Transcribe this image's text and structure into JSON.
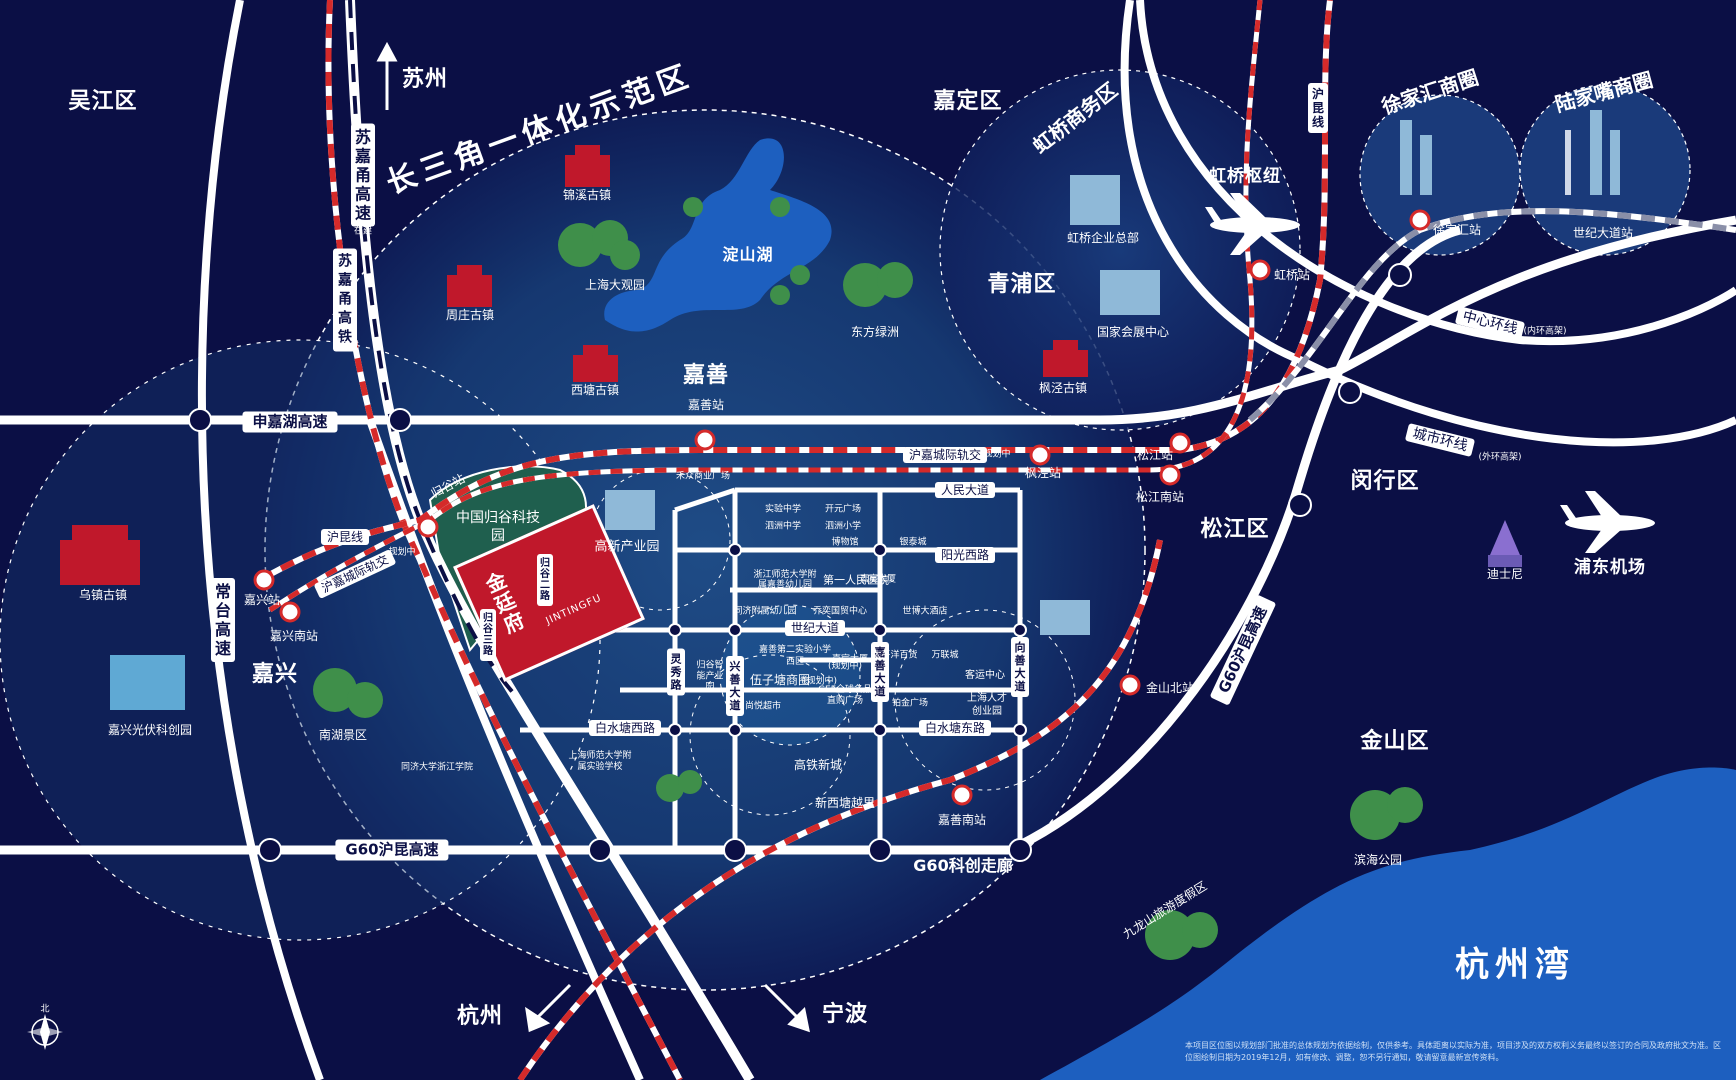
{
  "colors": {
    "background": "#0b0f45",
    "road": "#ffffff",
    "rail": "#d52a2a",
    "project": "#c0182b",
    "park": "#1f5f4e",
    "sea": "#1d5fbf"
  },
  "districts": {
    "wujiang": "吴江区",
    "jiading": "嘉定区",
    "qingpu": "青浦区",
    "minhang": "闵行区",
    "songjiang": "松江区",
    "jinshan": "金山区",
    "jiaxing": "嘉兴",
    "jiashan": "嘉善"
  },
  "zones": {
    "delta": "长三角一体化示范区",
    "hongqiao_business": "虹桥商务区",
    "xujiahui": "徐家汇商圈",
    "lujiazui": "陆家嘴商圈",
    "hangzhou_bay": "杭州湾"
  },
  "directions": {
    "suzhou": "苏州",
    "hangzhou": "杭州",
    "ningbo": "宁波",
    "north": "北"
  },
  "roads": {
    "shenjiahu": "申嘉湖高速",
    "g60": "G60沪昆高速",
    "g60_east": "G60沪昆高速",
    "changtai": "常台高速",
    "sujiayong": "苏嘉甬高速",
    "sujiayong_tag": "在建",
    "sujiayong_rail": "苏嘉甬高铁",
    "sujiayong_rail_tag": "在建",
    "hukun_rail": "沪昆线",
    "hukun_rail_east": "沪昆线",
    "hujia_intercity": "沪嘉城际轨交",
    "hujia_intercity_tag": "规划中",
    "hujia_intercity_2": "沪嘉城际轨交",
    "hujia_intercity_2_tag": "规划中",
    "middle_ring": "中心环线",
    "middle_ring_tag": "(内环高架)",
    "city_ring": "城市环线",
    "city_ring_tag": "(外环高架)",
    "g60_corridor": "G60科创走廊",
    "guigu": "归谷站",
    "guigu_road": "归谷二路",
    "guigu_road_3": "归谷三路",
    "renmin": "人民大道",
    "yangguang": "阳光西路",
    "shiji": "世纪大道",
    "baishuitang_w": "白水塘西路",
    "baishuitang_e": "白水塘东路",
    "lingxiu": "灵秀路",
    "xingshan": "兴善大道",
    "jiashan_ave": "嘉善大道",
    "xiangshan": "向善大道"
  },
  "stations": {
    "jiashan": "嘉善站",
    "jiaxing_north": "嘉兴站",
    "jiaxing_south": "嘉兴南站",
    "fengjing": "枫泾站",
    "songjiang": "松江站",
    "songjiang_south": "松江南站",
    "jinshan_north": "金山北站",
    "jiashan_south": "嘉善南站",
    "hongqiao": "虹桥站",
    "hongqiao_hub": "虹桥枢纽",
    "xujiahui": "徐家汇站",
    "century_ave": "世纪大道站",
    "pudong_airport": "浦东机场"
  },
  "pois": {
    "jinxi": "锦溪古镇",
    "dianshan_lake": "淀山湖",
    "grand_view": "上海大观园",
    "zhouzhuang": "周庄古镇",
    "xitang": "西塘古镇",
    "oriental_green": "东方绿洲",
    "hq_hq": "虹桥企业总部",
    "nat_convention": "国家会展中心",
    "fengjing_town": "枫泾古镇",
    "wuzhen": "乌镇古镇",
    "pv_park": "嘉兴光伏科创园",
    "nanhu": "南湖景区",
    "tongji": "同济大学浙江学院",
    "disney": "迪士尼",
    "binhai_park": "滨海公园",
    "jiulong": "九龙山旅游度假区",
    "guigu_park": "中国归谷科技园",
    "hitech": "高新产业园",
    "hesheng": "禾众商业广场",
    "shiyan_mid": "实验中学",
    "kaiyuan": "开元广场",
    "sizhou_mid": "泗洲中学",
    "sizhou_pri": "泗洲小学",
    "museum": "博物馆",
    "yinzuo": "银泰城",
    "zjnu": "浙江师范大学附属嘉善幼儿园",
    "first_hospital": "第一人民医院",
    "jiachen": "嘉宸大厦",
    "tongji_kinder": "同济附属幼儿园",
    "qiao_int": "乔奕国贸中心",
    "expo_hotel": "世博大酒店",
    "no2_school": "嘉善第二实验小学西区",
    "no2_tag": "(规划中)",
    "wuzitang": "伍子塘商圈",
    "wuzitang_tag": "(规划中)",
    "guigu_garden": "归谷智能产业园",
    "yinfeng": "尚悦超市",
    "jiachen_2": "嘉宸大厦",
    "taiping": "太平洋百货",
    "wanlian": "万联城",
    "outlet": "GEF全球名品直购广场",
    "platinum": "铂金广场",
    "passenger": "客运中心",
    "talent_park": "上海人才创业园",
    "hsr_town": "高铁新城",
    "xixitang": "新西塘越里",
    "shnu": "上海师范大学附属实验学校"
  },
  "project": {
    "name": "金廷府",
    "en": "JINTINGFU"
  },
  "disclaimer": "本项目区位图以规划部门批准的总体规划为依据绘制，仅供参考。具体距离以实际为准，项目涉及的双方权利义务最终以签订的合同及政府批文为准。区位图绘制日期为2019年12月，如有修改、调整，恕不另行通知，敬请留意最新宣传资料。"
}
